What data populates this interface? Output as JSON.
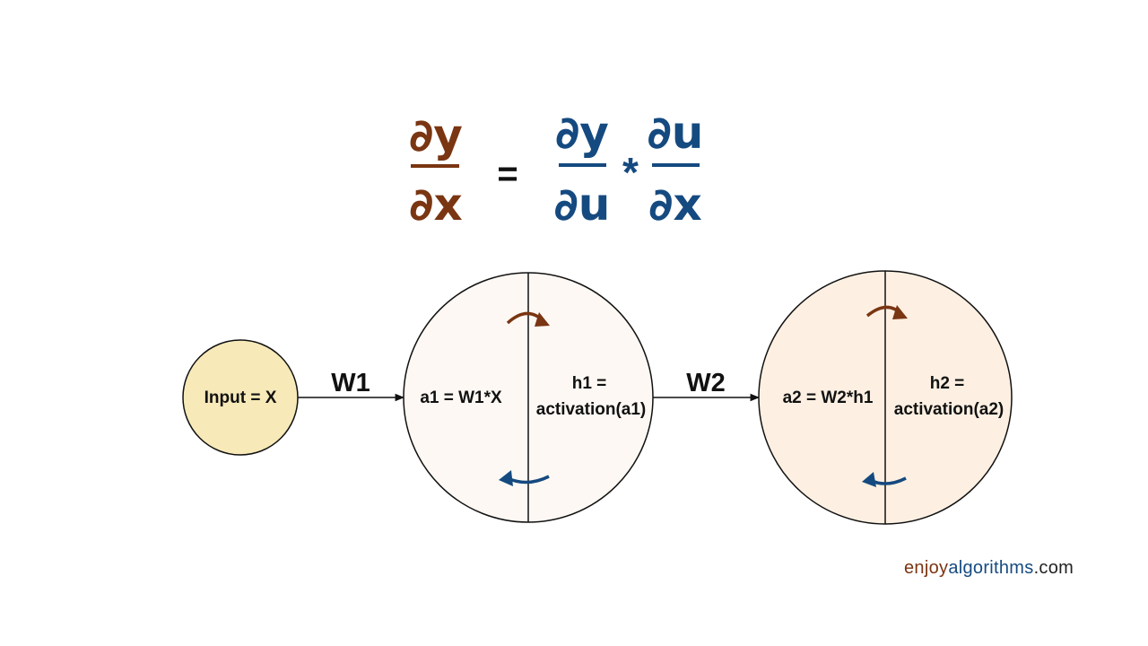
{
  "equation": {
    "lhs_numerator": "∂y",
    "lhs_denominator": "∂x",
    "equals": "=",
    "rhs1_numerator": "∂y",
    "rhs1_denominator": "∂u",
    "times": "*",
    "rhs2_numerator": "∂u",
    "rhs2_denominator": "∂x"
  },
  "nodes": {
    "input": {
      "label": "Input = X"
    },
    "hidden1": {
      "left": "a1 = W1*X",
      "right_line1": "h1 =",
      "right_line2": "activation(a1)"
    },
    "hidden2": {
      "left": "a2 = W2*h1",
      "right_line1": "h2 =",
      "right_line2": "activation(a2)"
    }
  },
  "edges": {
    "w1": "W1",
    "w2": "W2"
  },
  "brand": {
    "part1": "enjoy",
    "part2": "algorithms",
    "part3": ".com"
  },
  "colors": {
    "brown": "#7a3512",
    "blue": "#154a80",
    "input_fill": "#f7e9b8",
    "hidden1_fill": "#fdf8f3",
    "hidden2_fill": "#fdf0e2"
  }
}
